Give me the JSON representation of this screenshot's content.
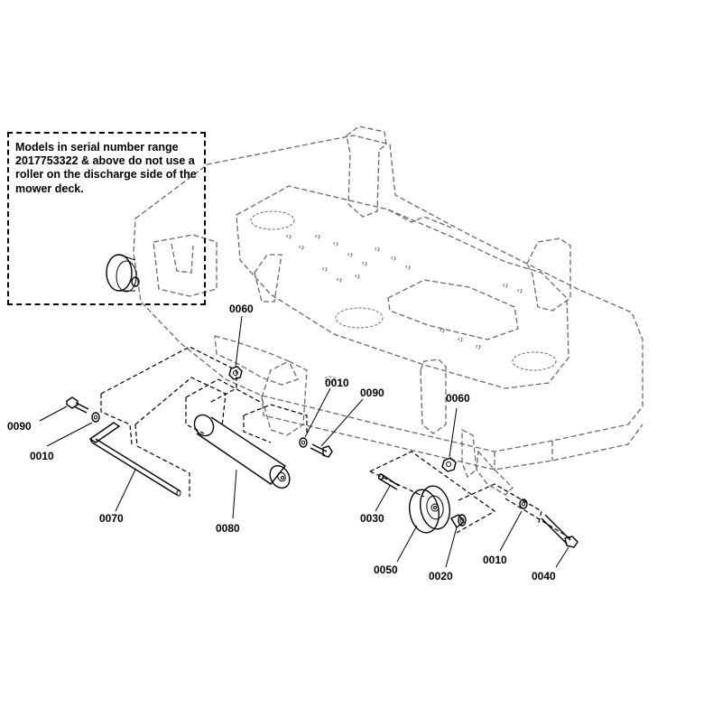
{
  "note": "Models in serial number range 2017753322 & above do not use a roller on the discharge side of the mower deck.",
  "callouts": {
    "c0060_left": "0060",
    "c0010_center": "0010",
    "c0090_center": "0090",
    "c0060_right": "0060",
    "c0090_left": "0090",
    "c0010_left": "0010",
    "c0070": "0070",
    "c0080": "0080",
    "c0030": "0030",
    "c0050": "0050",
    "c0020": "0020",
    "c0010_right": "0010",
    "c0040": "0040"
  }
}
